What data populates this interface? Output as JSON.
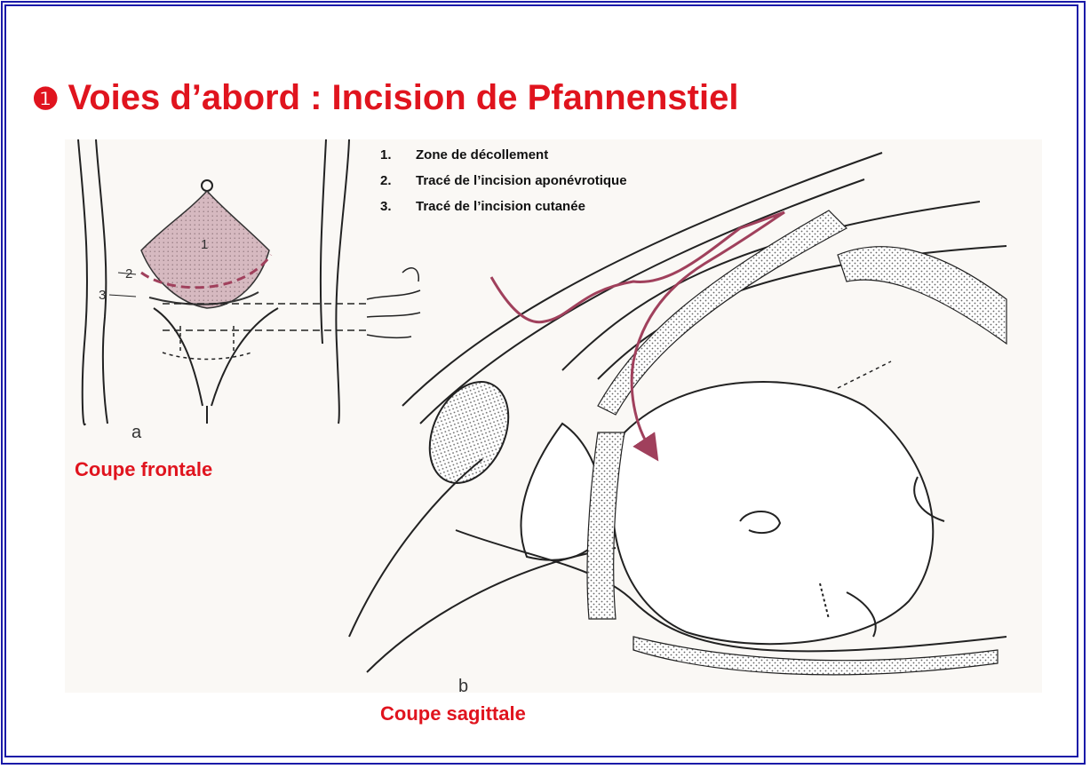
{
  "title": {
    "bullet": "❶",
    "text": "Voies d’abord : Incision de Pfannenstiel"
  },
  "legend": [
    {
      "num": "1.",
      "label": "Zone de décollement"
    },
    {
      "num": "2.",
      "label": "Tracé de l’incision aponévrotique"
    },
    {
      "num": "3.",
      "label": "Tracé de l’incision cutanée"
    }
  ],
  "figure": {
    "label_a": "a",
    "label_b": "b",
    "inner_labels": [
      "1",
      "2",
      "3"
    ],
    "caption_frontal": "Coupe frontale",
    "caption_sagittal": "Coupe sagittale"
  },
  "colors": {
    "frame": "#1a1aa8",
    "title": "#e0141e",
    "incision": "#a0405c",
    "zone_fill": "#c9a7b0"
  }
}
